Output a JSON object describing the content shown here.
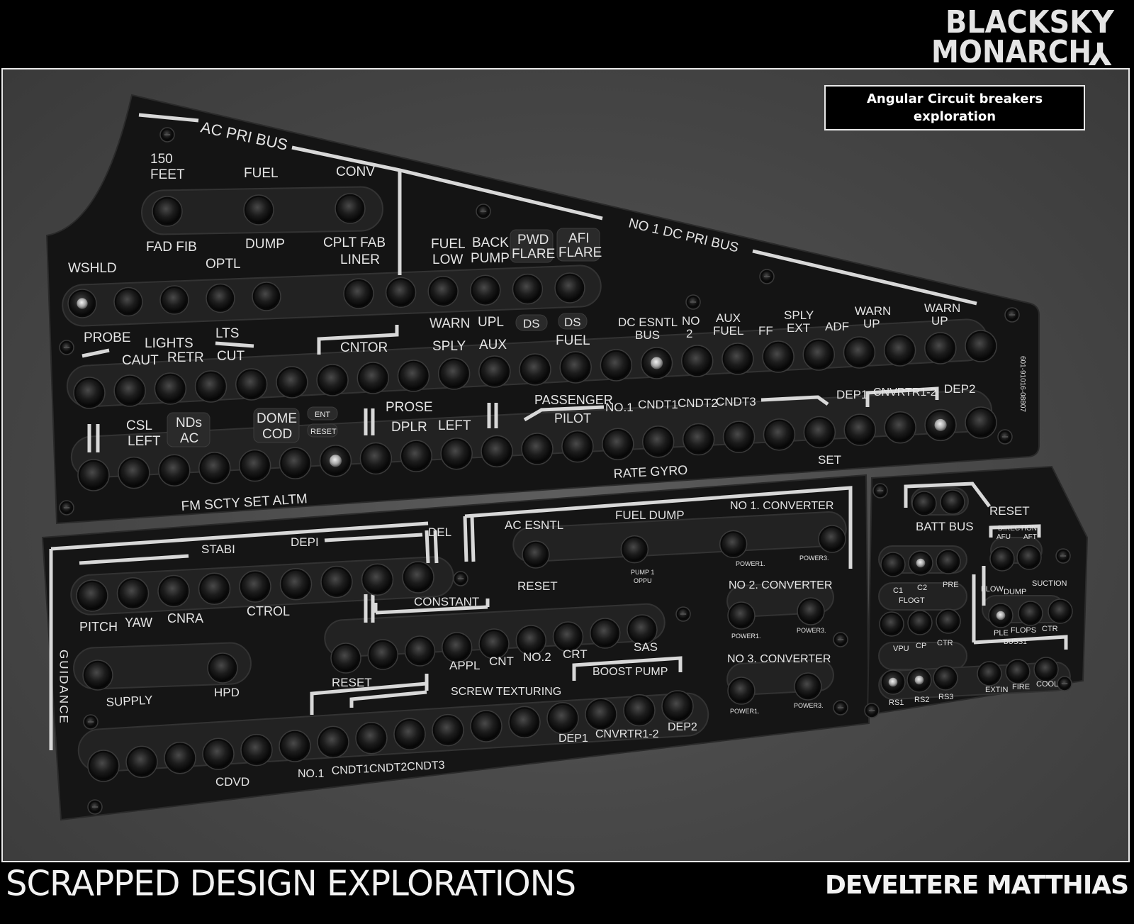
{
  "brand": {
    "line1_main": "BLACKSK",
    "line1_accent": "Y",
    "line2_main": "MONARCH",
    "line2_accent": "Y"
  },
  "caption": {
    "line1": "Angular Circuit breakers",
    "line2": "exploration"
  },
  "footer": {
    "title": "SCRAPPED DESIGN EXPLORATIONS",
    "author": "DEVELTERE MATTHIAS"
  },
  "colors": {
    "panel": "#161616",
    "label": "#e4e4e4",
    "accent_blue": "#2f6fd6",
    "accent_red": "#d33a2c"
  },
  "labels": {
    "ac_pri_bus": "AC PRI BUS",
    "feet_150_a": "150",
    "feet_150_b": "FEET",
    "fuel": "FUEL",
    "conv": "CONV",
    "fad_fib": "FAD FIB",
    "dump": "DUMP",
    "cplt_fab": "CPLT FAB",
    "liner": "LINER",
    "optl": "OPTL",
    "wshld": "WSHLD",
    "fuel_low_a": "FUEL",
    "fuel_low_b": "LOW",
    "back_pump_a": "BACK",
    "back_pump_b": "PUMP",
    "pwd_flare_a": "PWD",
    "pwd_flare_b": "FLARE",
    "afi_flare_a": "AFI",
    "afi_flare_b": "FLARE",
    "no1_dc_pri_bus": "NO 1 DC PRI BUS",
    "probe": "PROBE",
    "lights": "LIGHTS",
    "lts": "LTS",
    "caut": "CAUT",
    "retr": "RETR",
    "cut": "CUT",
    "cntor": "CNTOR",
    "warn": "WARN",
    "upl": "UPL",
    "ds1": "DS",
    "ds2": "DS",
    "sply": "SPLY",
    "aux": "AUX",
    "fuel2": "FUEL",
    "dc_esntl_a": "DC ESNTL",
    "dc_esntl_b": "BUS",
    "no2_a": "NO",
    "no2_b": "2",
    "aux_fuel_a": "AUX",
    "aux_fuel_b": "FUEL",
    "ff": "FF",
    "sply_ext_a": "SPLY",
    "sply_ext_b": "EXT",
    "adf": "ADF",
    "warn_up1_a": "WARN",
    "warn_up1_b": "UP",
    "warn_up2_a": "WARN",
    "warn_up2_b": "UP",
    "csl_a": "CSL",
    "csl_b": "LEFT",
    "nds_a": "NDs",
    "nds_b": "AC",
    "dome_a": "DOME",
    "dome_b": "COD",
    "ent": "ENT",
    "reset_small": "RESET",
    "prose": "PROSE",
    "dplr": "DPLR",
    "left": "LEFT",
    "passenger": "PASSENGER",
    "pilot": "PILOT",
    "no1": "NO.1",
    "cndt1": "CNDT1",
    "cndt2": "CNDT2",
    "cndt3": "CNDT3",
    "dep1": "DEP1",
    "cnvrtr12": "CNVRTR1-2",
    "dep2": "DEP2",
    "part_no": "601-91016-08807",
    "fm_scty": "FM  SCTY SET ALTM",
    "rate_gyro": "RATE GYRO",
    "set": "SET",
    "stabi": "STABI",
    "depi": "DEPI",
    "del": "DEL",
    "pitch": "PITCH",
    "yaw": "YAW",
    "cnra": "CNRA",
    "ctrol": "CTROL",
    "guidance": "GUIDANCE",
    "supply": "SUPPLY",
    "hpd": "HPD",
    "ac_esntl": "AC ESNTL",
    "fuel_dump": "FUEL DUMP",
    "no1_converter": "NO 1. CONVERTER",
    "reset_big": "RESET",
    "pump1_a": "PUMP 1",
    "pump1_b": "OPPU",
    "power1": "POWER1.",
    "power3": "POWER3.",
    "no2_converter": "NO 2. CONVERTER",
    "no3_converter": "NO 3. CONVERTER",
    "constant": "CONSTANT",
    "appl": "APPL",
    "cnt": "CNT",
    "no2x": "NO.2",
    "crt": "CRT",
    "sas": "SAS",
    "reset_mid": "RESET",
    "screw_texturing": "SCREW TEXTURING",
    "boost_pump": "BOOST PUMP",
    "dep1b": "DEP1",
    "cnvrtr12b": "CNVRTR1-2",
    "dep2b": "DEP2",
    "cdvd": "CDVD",
    "no1b": "NO.1",
    "cndt_row": "CNDT1CNDT2CNDT3",
    "batt_bus": "BATT BUS",
    "reset_right": "RESET",
    "direction": "DIRECTION",
    "afu": "AFU",
    "aft": "AFT",
    "c1": "C1",
    "c2": "C2",
    "flogt": "FLOGT",
    "pre": "PRE",
    "flow": "FLOW",
    "dump_r": "DUMP",
    "suction": "SUCTION",
    "vpu": "VPU",
    "cp": "CP",
    "ctr": "CTR",
    "ple": "PLE",
    "flops": "FLOPS",
    "ctr2": "CTR",
    "buss1": "BUSS1",
    "rs1": "RS1",
    "rs2": "RS2",
    "rs3": "RS3",
    "extin": "EXTIN",
    "fire": "FIRE",
    "cool": "COOL"
  }
}
